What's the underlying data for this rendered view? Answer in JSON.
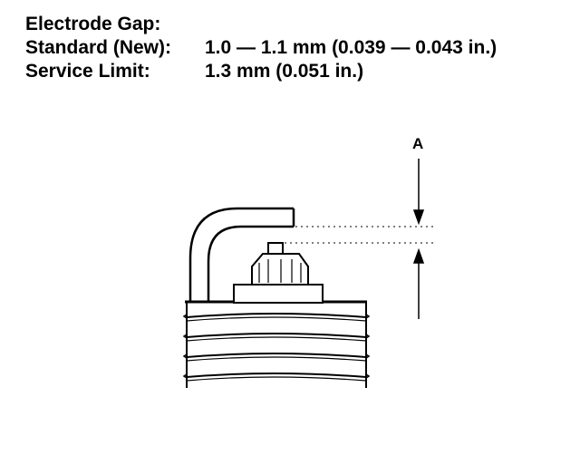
{
  "heading": "Electrode Gap:",
  "standard": {
    "label": "Standard (New):",
    "value": "1.0 — 1.1 mm (0.039 — 0.043 in.)"
  },
  "service_limit": {
    "label": "Service Limit:",
    "value": "1.3 mm (0.051 in.)"
  },
  "callout": {
    "label": "A"
  }
}
